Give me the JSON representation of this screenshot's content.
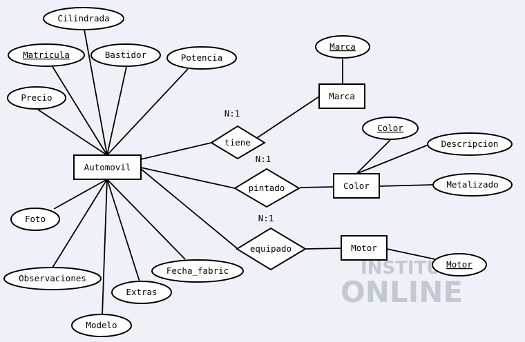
{
  "watermark": {
    "line1": "TU",
    "line2": "INSTITUTO",
    "line3": "ONLINE"
  },
  "entities": {
    "automovil": "Automovil",
    "marca": "Marca",
    "color": "Color",
    "motor": "Motor"
  },
  "relationships": {
    "tiene": "tiene",
    "pintado": "pintado",
    "equipado": "equipado"
  },
  "cardinalities": {
    "tiene": "N:1",
    "pintado": "N:1",
    "equipado": "N:1"
  },
  "attributes": {
    "cilindrada": "Cilindrada",
    "matricula": "Matricula",
    "bastidor": "Bastidor",
    "potencia": "Potencia",
    "precio": "Precio",
    "foto": "Foto",
    "observaciones": "Observaciones",
    "modelo": "Modelo",
    "extras": "Extras",
    "fecha_fabric": "Fecha_fabric",
    "marca_key": "Marca",
    "color_key": "Color",
    "descripcion": "Descripcion",
    "metalizado": "Metalizado",
    "motor_key": "Motor"
  }
}
